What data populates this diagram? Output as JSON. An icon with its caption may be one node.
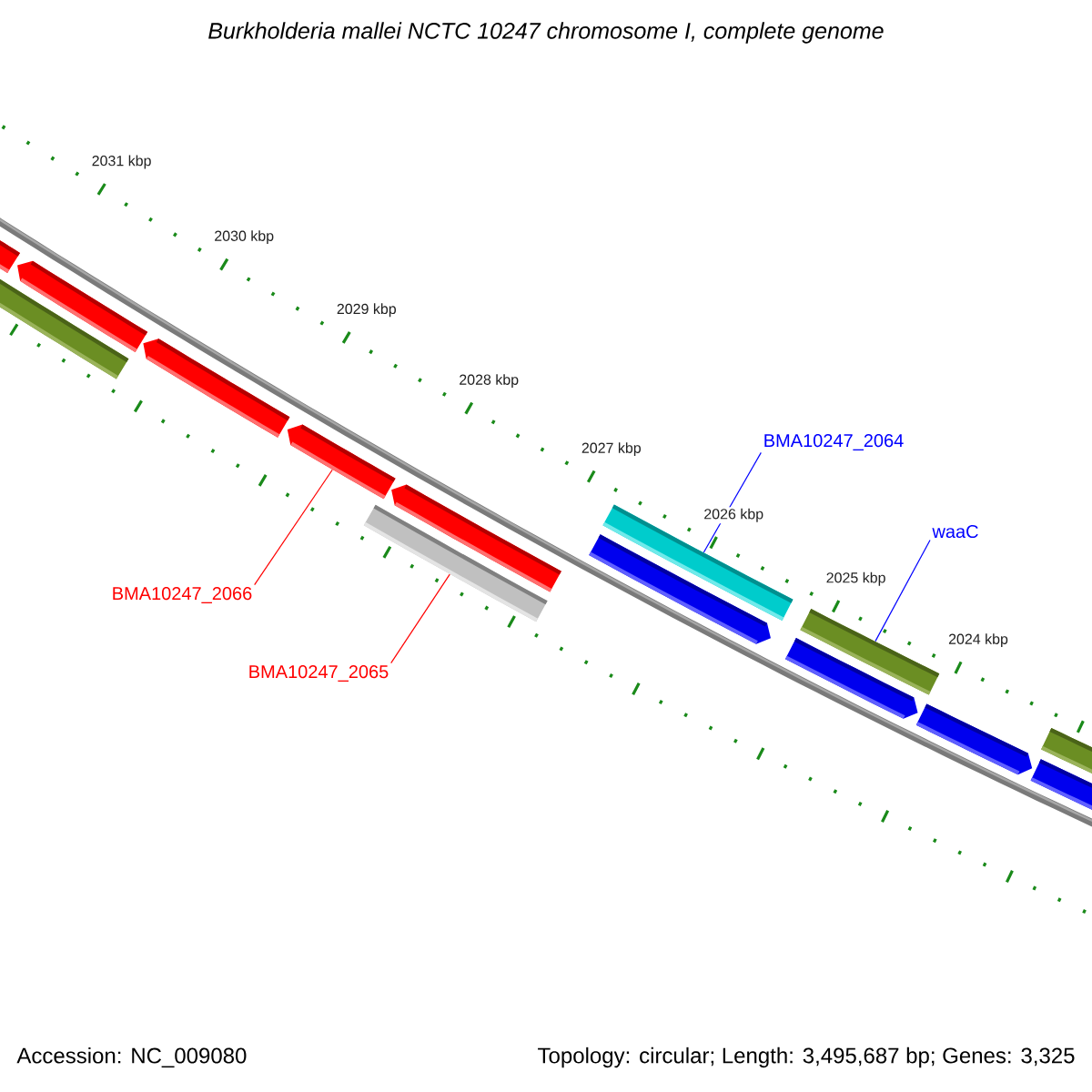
{
  "diagram": {
    "title": "Burkholderia mallei NCTC 10247 chromosome I, complete genome",
    "nodes": [
      {
        "text": [
          "BMA10247_2064"
        ]
      },
      {
        "text": [],
        "shape": "bar"
      },
      {
        "text": [
          "waaC"
        ]
      },
      {
        "text": [],
        "shape": "bar"
      },
      {
        "text": [
          "BMA10247_2066"
        ]
      },
      {
        "text": [],
        "shape": "bar"
      },
      {
        "text": [
          "BMA10247_2065"
        ]
      },
      {
        "text": [],
        "shape": "bar"
      }
    ],
    "edges": [
      {
        "from": 0,
        "to": 1,
        "arrow": "none",
        "color": "#0000ff"
      },
      {
        "from": 2,
        "to": 3,
        "arrow": "none",
        "color": "#0000ff"
      },
      {
        "from": 4,
        "to": 5,
        "arrow": "none",
        "color": "#ff0000"
      },
      {
        "from": 6,
        "to": 7,
        "arrow": "none",
        "color": "#ff0000"
      }
    ],
    "labels": [
      "2031 kbp",
      "2030 kbp",
      "2029 kbp",
      "2028 kbp",
      "2027 kbp",
      "2026 kbp",
      "2025 kbp",
      "2024 kbp",
      "Accession: NC_009080",
      "Topology: circular; Length: 3,495,687 bp; Genes: 3,325"
    ]
  }
}
